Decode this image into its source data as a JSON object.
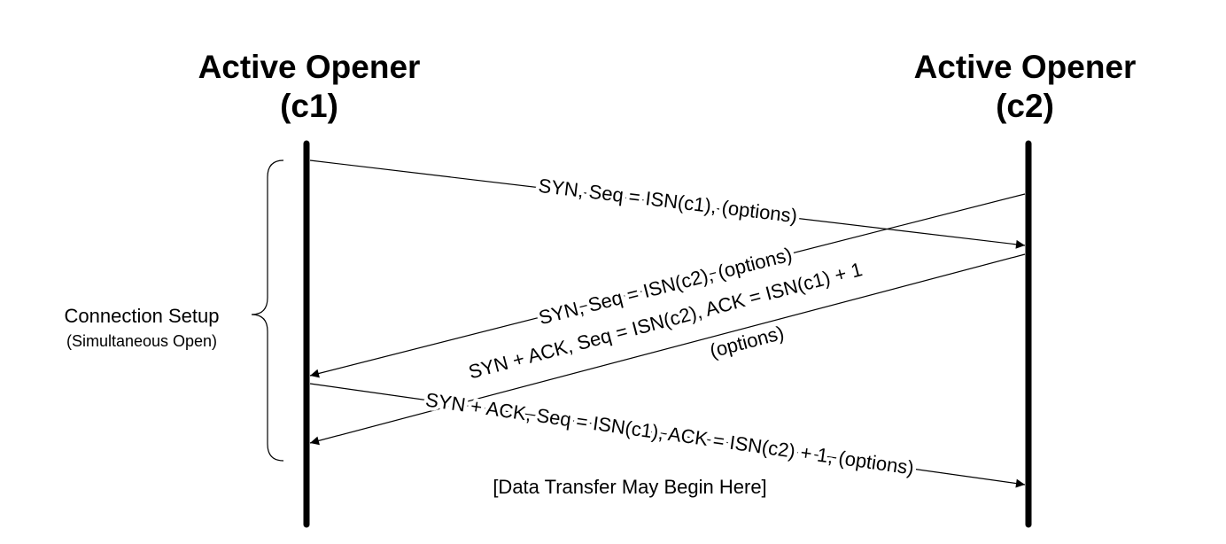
{
  "participants": {
    "left": {
      "line1": "Active Opener",
      "line2": "(c1)"
    },
    "right": {
      "line1": "Active Opener",
      "line2": "(c2)"
    }
  },
  "phase": {
    "label": "Connection Setup",
    "sublabel": "(Simultaneous Open)"
  },
  "messages": {
    "syn_c1": "SYN, Seq = ISN(c1), (options)",
    "syn_c2": "SYN, Seq = ISN(c2), (options)",
    "synack_c2_line1": "SYN + ACK, Seq = ISN(c2), ACK = ISN(c1) + 1",
    "synack_c2_line2": "(options)",
    "synack_c1": "SYN + ACK, Seq = ISN(c1), ACK = ISN(c2) + 1, (options)"
  },
  "note": "[Data Transfer May Begin Here]"
}
